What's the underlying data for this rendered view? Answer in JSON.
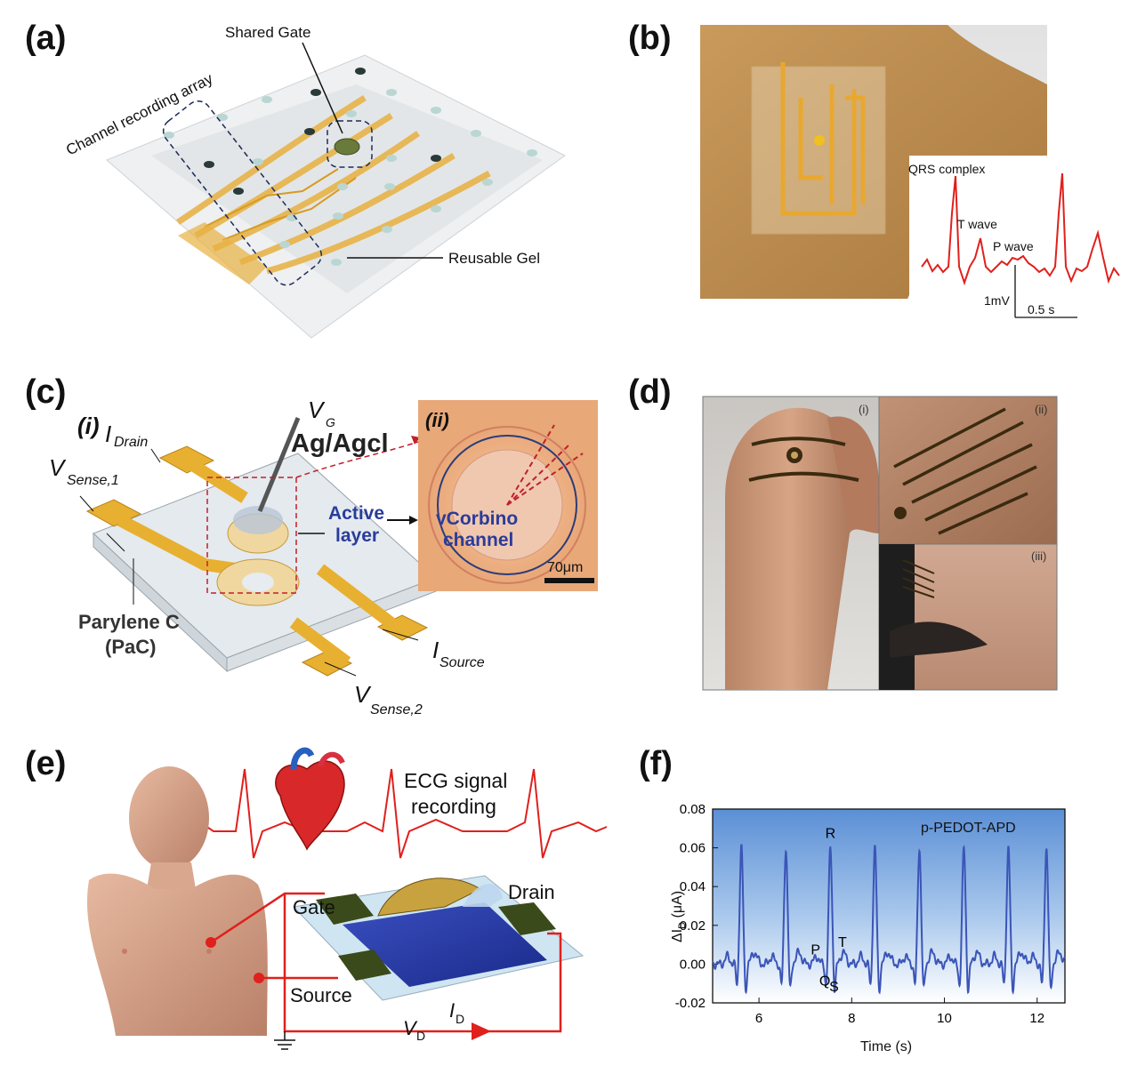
{
  "panels": {
    "a": {
      "letter": "(a)",
      "shared_gate": "Shared Gate",
      "channel_array": "Channel recording array",
      "reusable_gel": "Reusable Gel"
    },
    "b": {
      "letter": "(b)",
      "qrs": "QRS complex",
      "t_wave": "T wave",
      "p_wave": "P wave",
      "scale_mv": "1mV",
      "scale_s": "0.5 s"
    },
    "c": {
      "letter": "(c)",
      "sub_i": "(i)",
      "sub_ii": "(ii)",
      "i_drain": "I",
      "i_drain_sub": "Drain",
      "v_g": "V",
      "v_g_sub": "G",
      "ag_agcl": "Ag/Agcl",
      "v_sense1": "V",
      "v_sense1_sub": "Sense,1",
      "active_layer_1": "Active",
      "active_layer_2": "layer",
      "vcorbino_1": "vCorbino",
      "vcorbino_2": "channel",
      "scale": "70μm",
      "parylene_1": "Parylene C",
      "parylene_2": "(PaC)",
      "i_source": "I",
      "i_source_sub": "Source",
      "v_sense2": "V",
      "v_sense2_sub": "Sense,2"
    },
    "d": {
      "letter": "(d)",
      "sub_i": "(i)",
      "sub_ii": "(ii)",
      "sub_iii": "(iii)"
    },
    "e": {
      "letter": "(e)",
      "ecg_1": "ECG signal",
      "ecg_2": "recording",
      "gate": "Gate",
      "drain": "Drain",
      "source": "Source",
      "i_d": "I",
      "i_d_sub": "D",
      "v_d": "V",
      "v_d_sub": "D"
    },
    "f": {
      "letter": "(f)"
    }
  },
  "colors": {
    "gold": "#e8b040",
    "ecg_red": "#e0201c",
    "chart_line": "#3b55b8",
    "chart_bg_top": "#5b8fd6",
    "chart_bg_bottom": "#ffffff"
  },
  "chart_data": {
    "type": "line",
    "title": "",
    "legend_label": "p-PEDOT-APD",
    "xlabel": "Time (s)",
    "ylabel": "ΔI",
    "ylabel_sub": "D",
    "ylabel_unit": " (μA)",
    "xlim": [
      5,
      12.6
    ],
    "ylim": [
      -0.02,
      0.08
    ],
    "xticks": [
      6,
      8,
      10,
      12
    ],
    "yticks": [
      -0.02,
      0.0,
      0.02,
      0.04,
      0.06,
      0.08
    ],
    "ytick_labels": [
      "-0.02",
      "0.00",
      "0.02",
      "0.04",
      "0.06",
      "0.08"
    ],
    "beat_times": [
      5.62,
      6.58,
      7.54,
      8.5,
      9.46,
      10.42,
      11.38,
      12.2
    ],
    "r_peak": 0.06,
    "annotations": [
      {
        "text": "R",
        "x": 7.54,
        "y": 0.065
      },
      {
        "text": "P",
        "x": 7.22,
        "y": 0.005
      },
      {
        "text": "T",
        "x": 7.8,
        "y": 0.009
      },
      {
        "text": "Q",
        "x": 7.42,
        "y": -0.011
      },
      {
        "text": "S",
        "x": 7.62,
        "y": -0.014
      }
    ]
  }
}
